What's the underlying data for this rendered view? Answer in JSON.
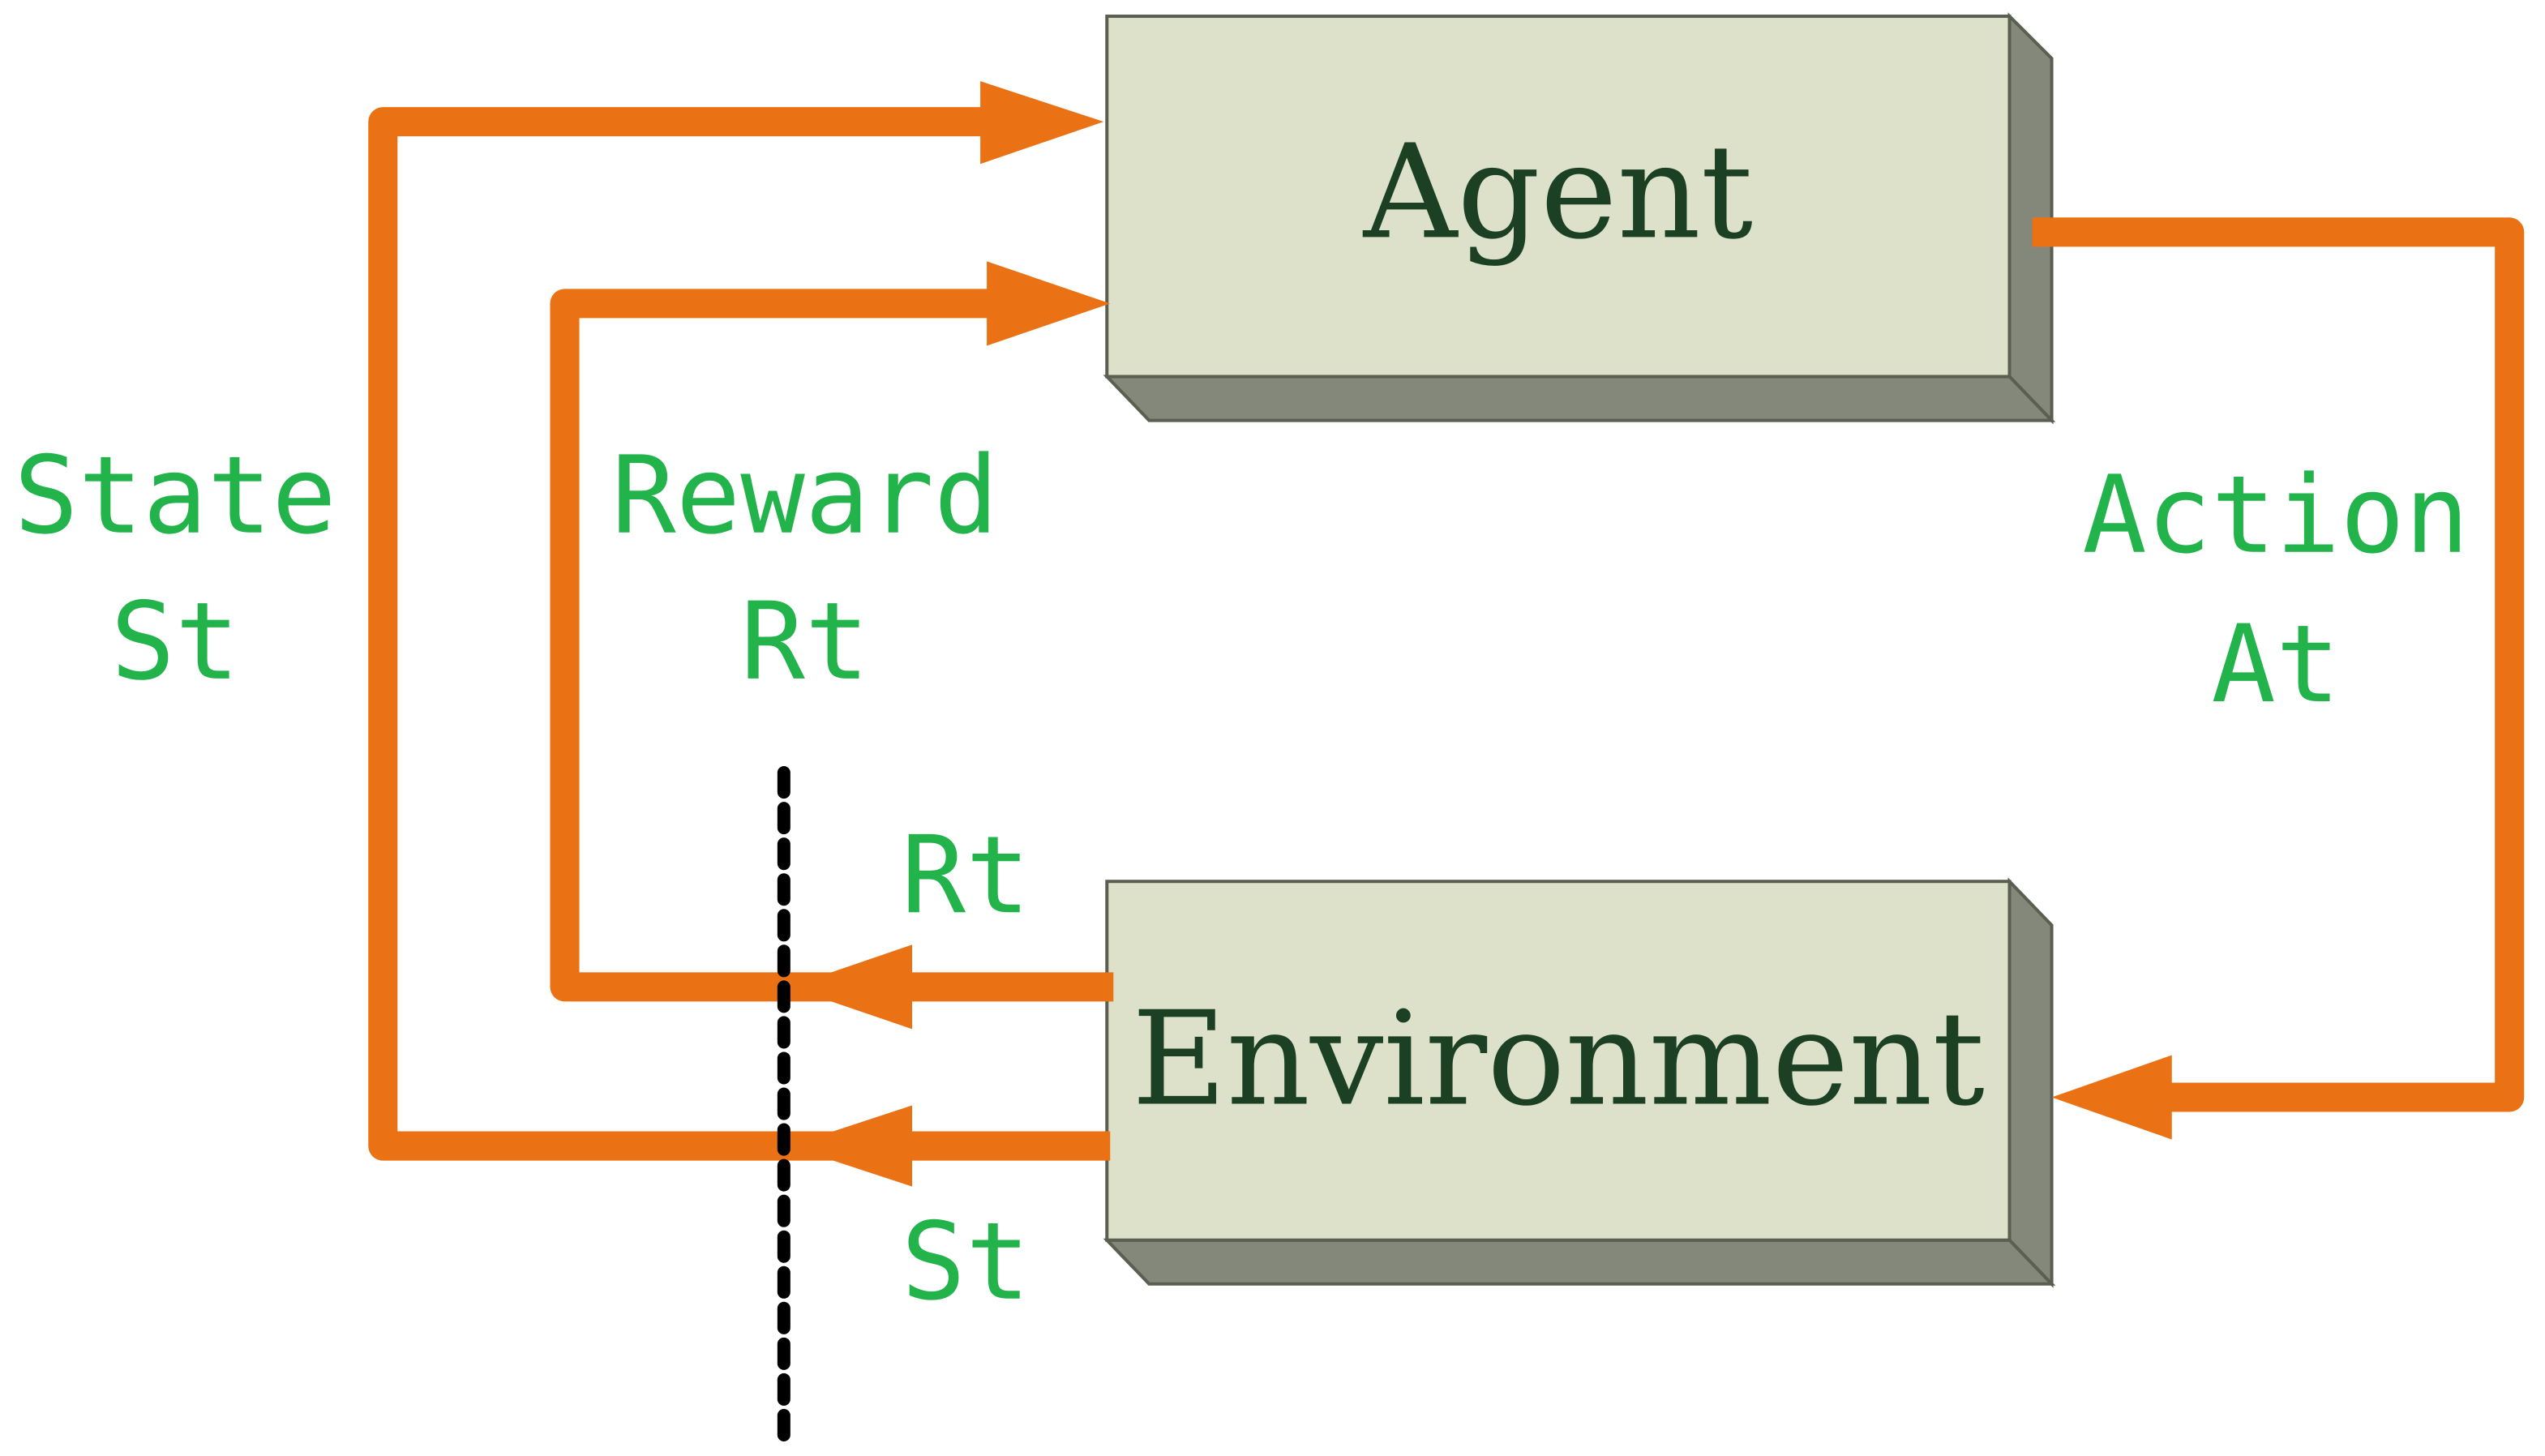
{
  "nodes": {
    "agent": {
      "label": "Agent"
    },
    "environment": {
      "label": "Environment"
    }
  },
  "labels": {
    "state": {
      "line1": "State",
      "line2": "St"
    },
    "reward": {
      "line1": "Reward",
      "line2": "Rt"
    },
    "action": {
      "line1": "Action",
      "line2": "At"
    },
    "reward_out": "Rt",
    "state_out": "St"
  },
  "colors": {
    "arrow": "#ea7214",
    "label": "#22b34b",
    "box_face": "#dde1c9",
    "box_shadow": "#83887a",
    "box_border": "#5a5f52",
    "box_text": "#1b4023",
    "divider": "#000000"
  }
}
